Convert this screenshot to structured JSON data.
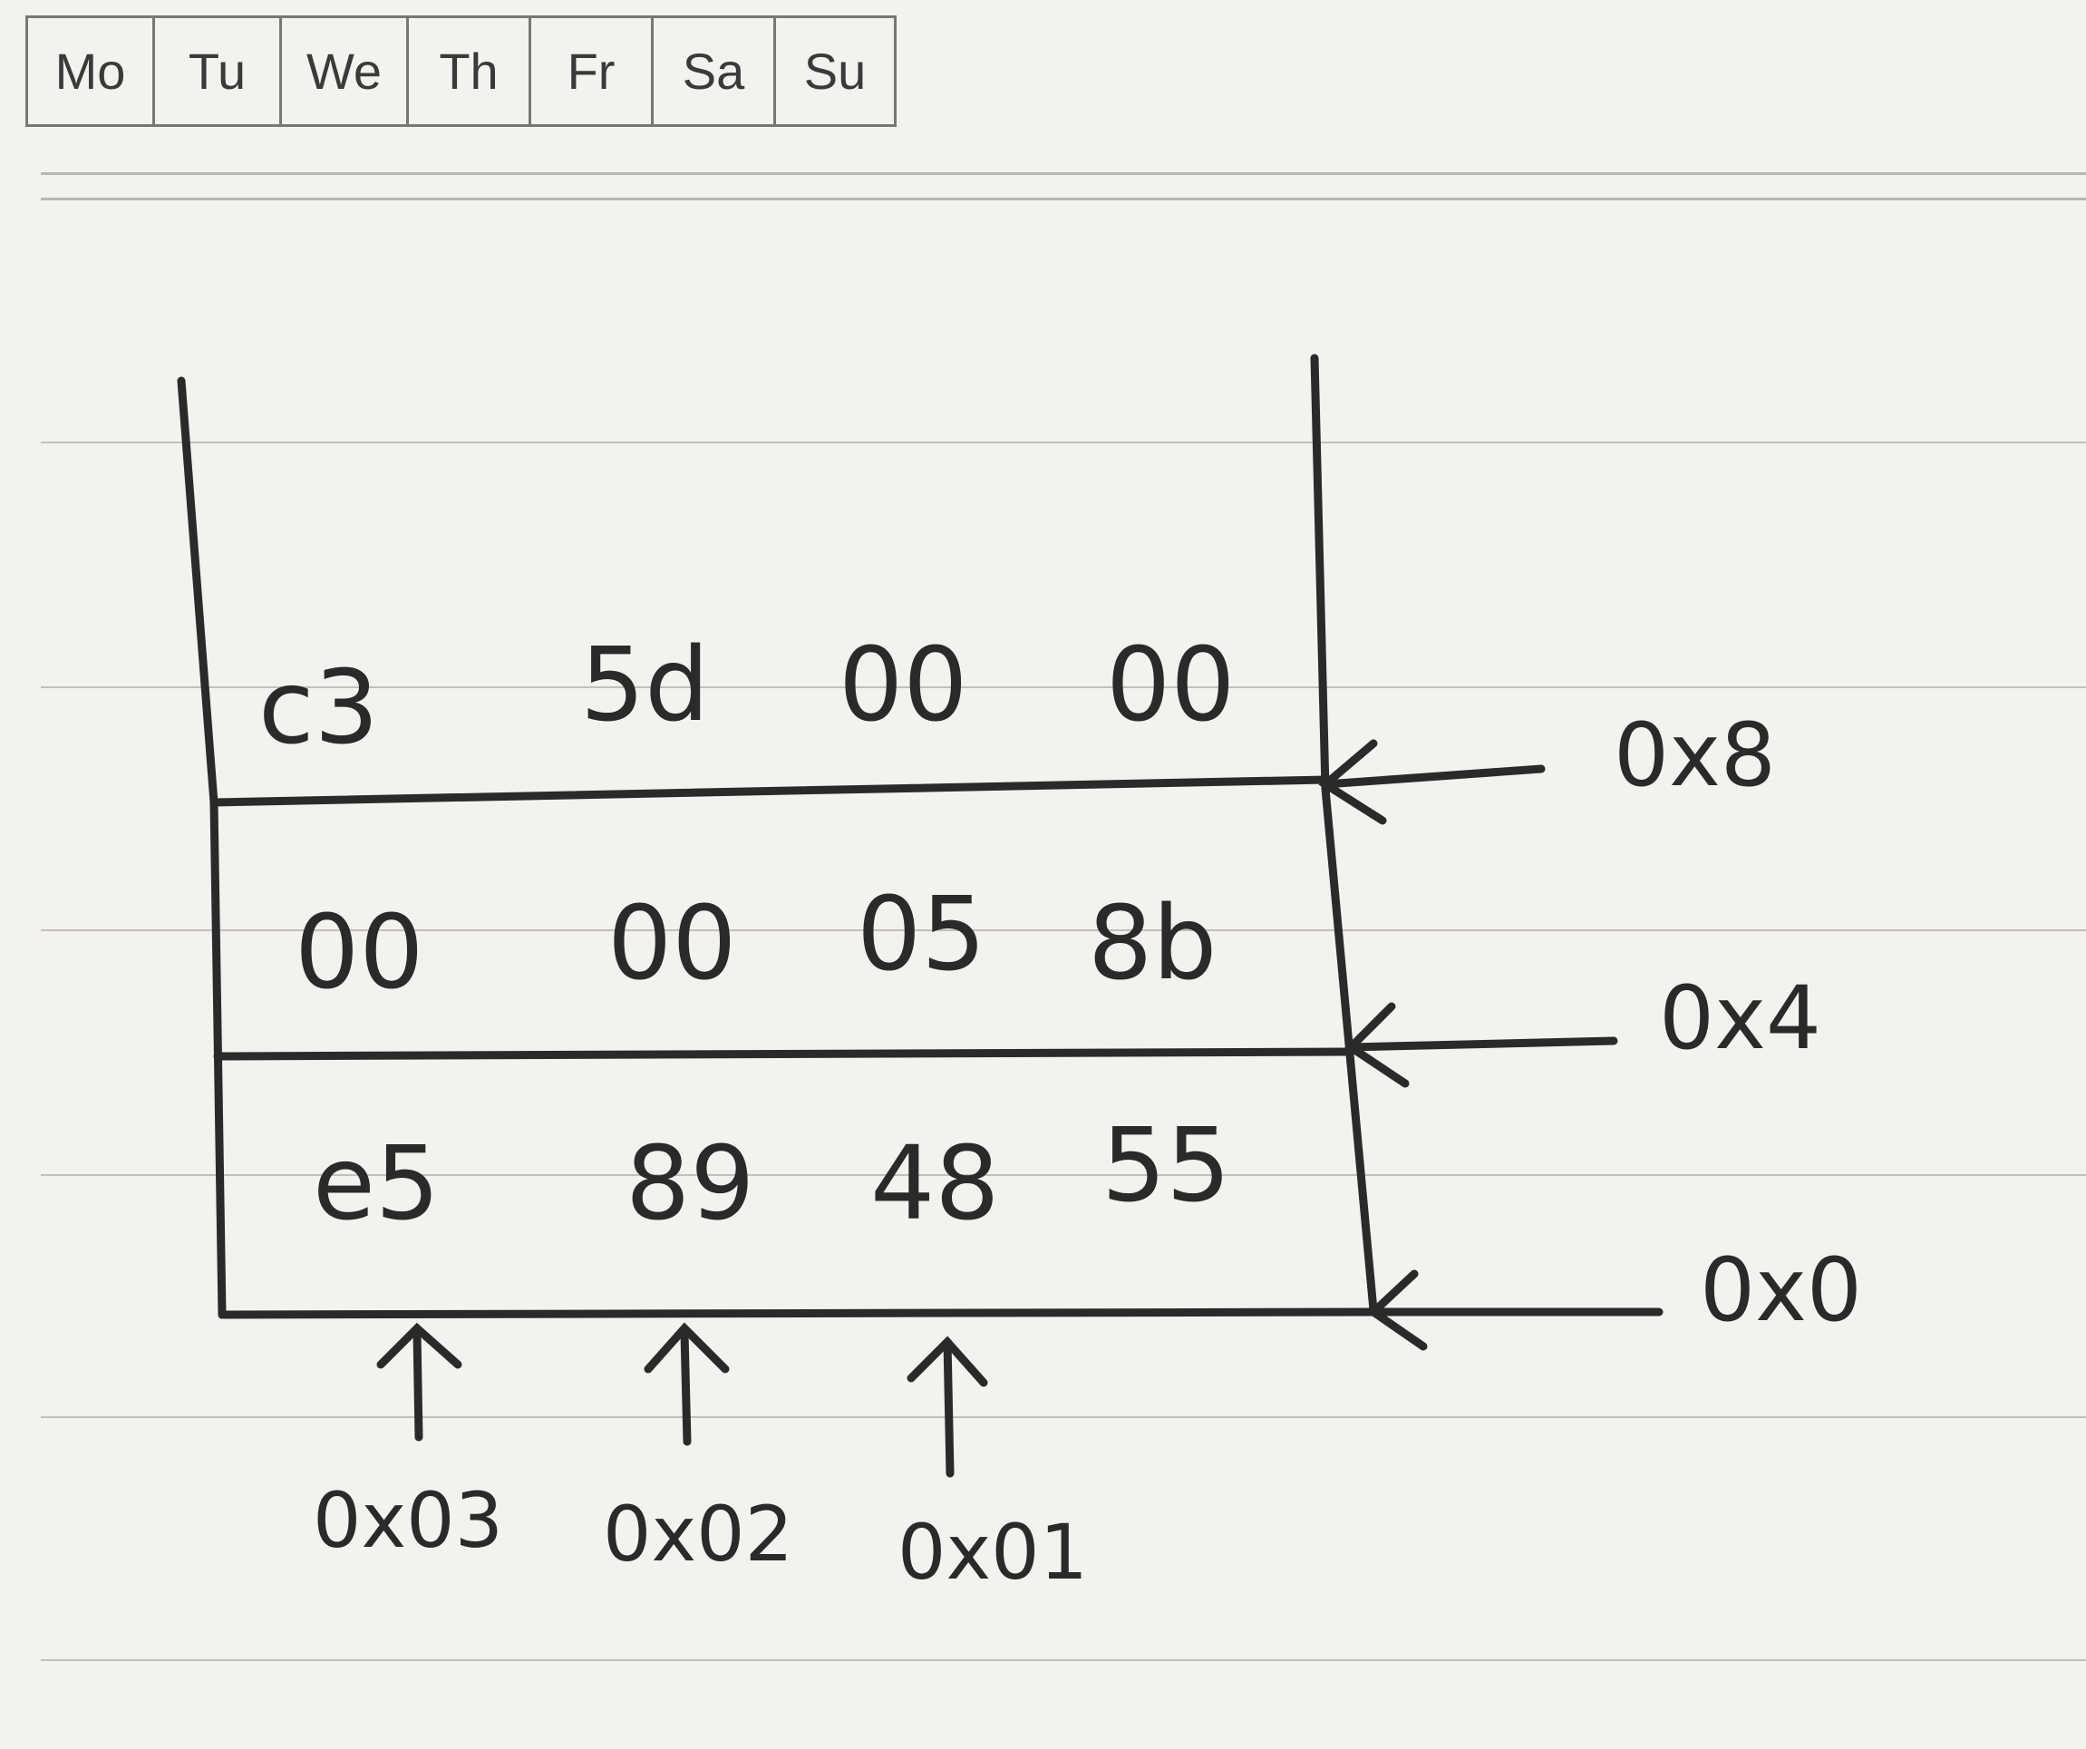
{
  "weekdays": [
    "Mo",
    "Tu",
    "We",
    "Th",
    "Fr",
    "Sa",
    "Su"
  ],
  "memory": {
    "rows": [
      {
        "address": "0x8",
        "bytes": [
          "c3",
          "5d",
          "00",
          "00"
        ]
      },
      {
        "address": "0x4",
        "bytes": [
          "00",
          "00",
          "05",
          "8b"
        ]
      },
      {
        "address": "0x0",
        "bytes": [
          "e5",
          "89",
          "48",
          "55"
        ]
      }
    ],
    "byte_offsets": [
      "0x03",
      "0x02",
      "0x01"
    ]
  },
  "colors": {
    "ink": "#2a2a2a",
    "paper": "#f3f2ef",
    "rule": "#b9b7b3"
  }
}
